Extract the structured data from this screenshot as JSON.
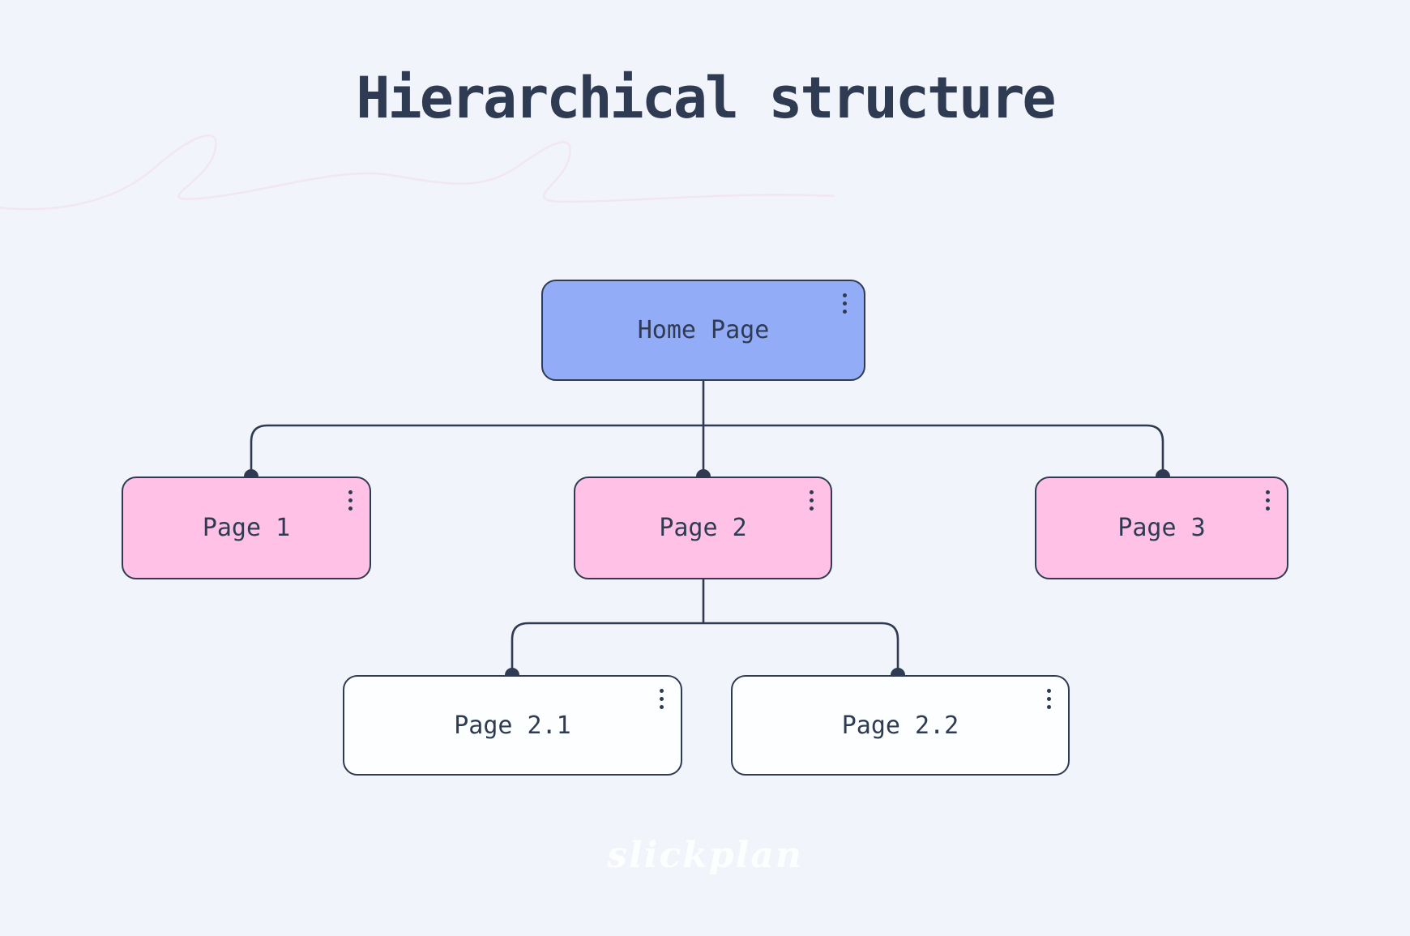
{
  "title": "Hierarchical structure",
  "watermark": "slickplan",
  "colors": {
    "background": "#f1f4fb",
    "ink": "#2e3b52",
    "node_root_fill": "#93acf8",
    "node_child_fill": "#ffc2e6",
    "node_leaf_fill": "#fdfeff",
    "watermark_color": "#ffffff",
    "flourish_color": "#f2dfee"
  },
  "diagram": {
    "type": "sitemap-tree",
    "nodes": [
      {
        "id": "home",
        "label": "Home Page",
        "level": 1,
        "parent": null,
        "fill": "#93acf8"
      },
      {
        "id": "p1",
        "label": "Page 1",
        "level": 2,
        "parent": "home",
        "fill": "#ffc2e6"
      },
      {
        "id": "p2",
        "label": "Page 2",
        "level": 2,
        "parent": "home",
        "fill": "#ffc2e6"
      },
      {
        "id": "p3",
        "label": "Page 3",
        "level": 2,
        "parent": "home",
        "fill": "#ffc2e6"
      },
      {
        "id": "p21",
        "label": "Page 2.1",
        "level": 3,
        "parent": "p2",
        "fill": "#fdfeff"
      },
      {
        "id": "p22",
        "label": "Page 2.2",
        "level": 3,
        "parent": "p2",
        "fill": "#fdfeff"
      }
    ],
    "edges": [
      [
        "Home Page",
        "Page 1"
      ],
      [
        "Home Page",
        "Page 2"
      ],
      [
        "Home Page",
        "Page 3"
      ],
      [
        "Page 2",
        "Page 2.1"
      ],
      [
        "Page 2",
        "Page 2.2"
      ]
    ],
    "node_menu_icon": "kebab-vertical-dots"
  }
}
